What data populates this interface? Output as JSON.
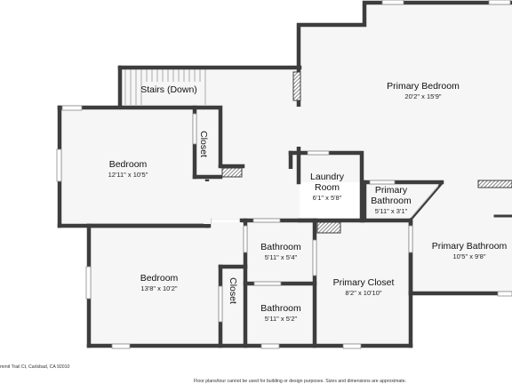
{
  "colors": {
    "wall": "#3d3d3d",
    "floor": "#f6f6f6",
    "window": "#ffffff",
    "hatch": "#555555",
    "stairs": "#9a9a9a"
  },
  "rooms": {
    "primary_bedroom": {
      "name": "Primary Bedroom",
      "dim": "20'2\" x 15'9\""
    },
    "stairs": {
      "name": "Stairs (Down)"
    },
    "bedroom_1": {
      "name": "Bedroom",
      "dim": "12'11\" x 10'5\""
    },
    "closet_1": {
      "name": "Closet"
    },
    "laundry": {
      "name_line1": "Laundry",
      "name_line2": "Room",
      "dim": "6'1\" x 5'8\""
    },
    "primary_bathroom_small": {
      "name_line1": "Primary",
      "name_line2": "Bathroom",
      "dim": "5'11\" x 3'1\""
    },
    "primary_bathroom": {
      "name": "Primary Bathroom",
      "dim": "10'5\" x 9'8\""
    },
    "bathroom_1": {
      "name": "Bathroom",
      "dim": "5'11\" x 5'4\""
    },
    "primary_closet": {
      "name": "Primary Closet",
      "dim": "8'2\" x 10'10\""
    },
    "bedroom_2": {
      "name": "Bedroom",
      "dim": "13'8\" x 10'2\""
    },
    "closet_2": {
      "name": "Closet"
    },
    "bathroom_2": {
      "name": "Bathroom",
      "dim": "5'11\" x 5'2\""
    }
  },
  "footer": {
    "address": "mmit Trail Ct, Carlsbad, CA 92010",
    "disclaimer": "Floor plans/tour cannot be used for building or design purposes. Sizes and dimensions are approximate."
  }
}
